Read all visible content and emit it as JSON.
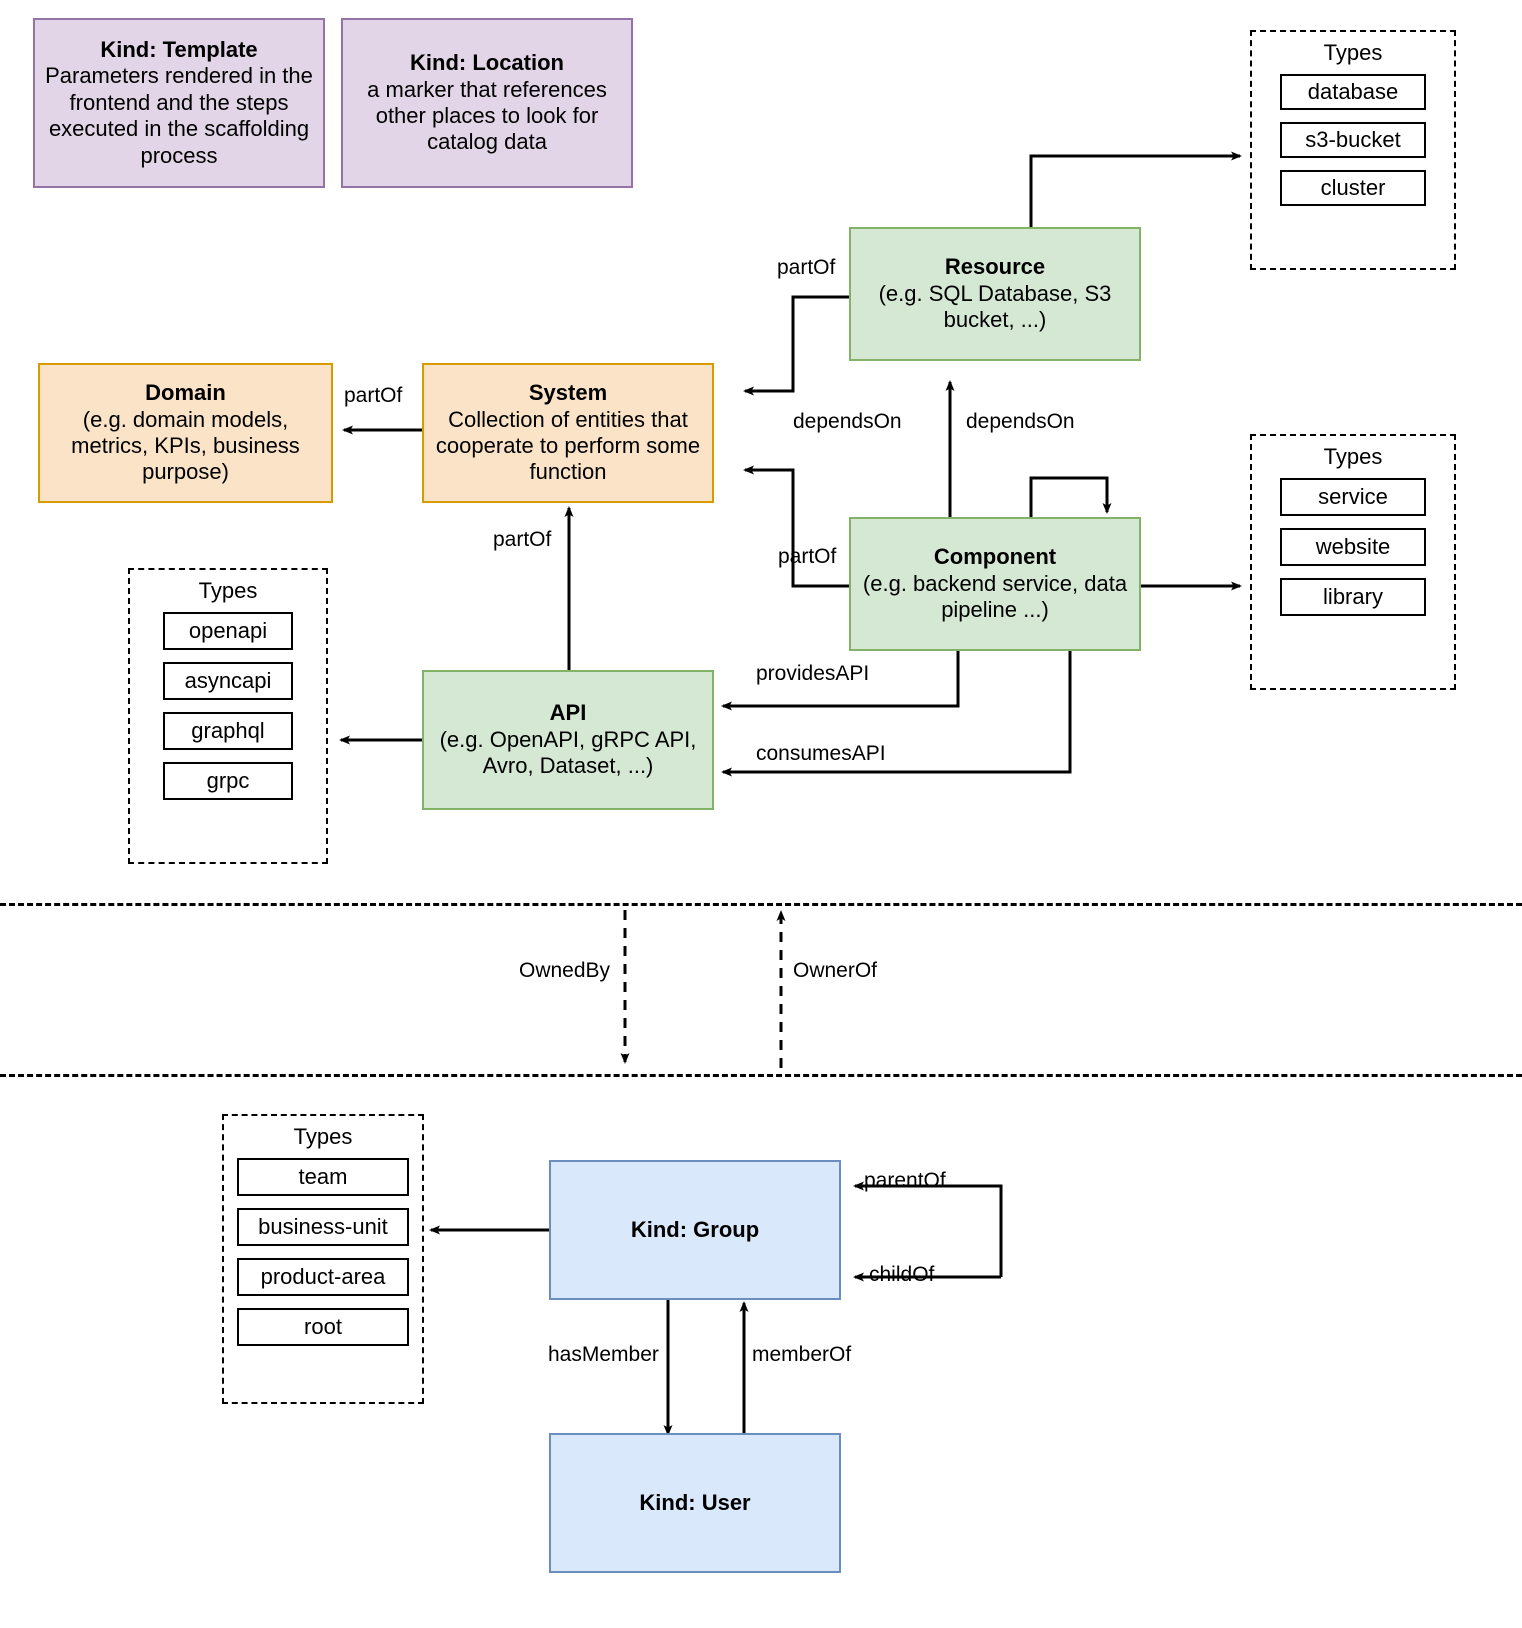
{
  "diagram": {
    "title": "Backstage catalog entity kinds and relations",
    "colors": {
      "purple_fill": "#e1d5e7",
      "purple_border": "#9673a6",
      "orange_fill": "#fae3c7",
      "orange_border": "#d79b00",
      "green_fill": "#d5e8d4",
      "green_border": "#82b366",
      "blue_fill": "#dae8fc",
      "blue_border": "#6c8ebf",
      "line": "#000000"
    }
  },
  "nodes": {
    "template": {
      "title": "Kind: Template",
      "desc": "Parameters rendered in the frontend and the steps executed in  the scaffolding process"
    },
    "location": {
      "title": "Kind: Location",
      "desc": "a marker that references other places to look for catalog data"
    },
    "domain": {
      "title": "Domain",
      "desc": "(e.g.  domain models, metrics, KPIs, business purpose)"
    },
    "system": {
      "title": "System",
      "desc": "Collection of entities that cooperate to perform some function"
    },
    "resource": {
      "title": "Resource",
      "desc": "(e.g. SQL Database, S3 bucket, ...)"
    },
    "component": {
      "title": "Component",
      "desc": "(e.g. backend service, data pipeline ...)"
    },
    "api": {
      "title": "API",
      "desc": "(e.g. OpenAPI, gRPC API, Avro, Dataset, ...)"
    },
    "group": {
      "title": "Kind: Group",
      "desc": ""
    },
    "user": {
      "title": "Kind: User",
      "desc": ""
    }
  },
  "type_groups": {
    "resource_types": {
      "label": "Types",
      "items": [
        "database",
        "s3-bucket",
        "cluster"
      ]
    },
    "component_types": {
      "label": "Types",
      "items": [
        "service",
        "website",
        "library"
      ]
    },
    "api_types": {
      "label": "Types",
      "items": [
        "openapi",
        "asyncapi",
        "graphql",
        "grpc"
      ]
    },
    "group_types": {
      "label": "Types",
      "items": [
        "team",
        "business-unit",
        "product-area",
        "root"
      ]
    }
  },
  "edge_labels": {
    "system_partof_domain": "partOf",
    "resource_partof_system": "partOf",
    "resource_dependson": "dependsOn",
    "component_dependson_self": "dependsOn",
    "component_partof_system": "partOf",
    "api_partof_system": "partOf",
    "provides_api": "providesAPI",
    "consumes_api": "consumesAPI",
    "owned_by": "OwnedBy",
    "owner_of": "OwnerOf",
    "parent_of": "parentOf",
    "child_of": "childOf",
    "has_member": "hasMember",
    "member_of": "memberOf"
  }
}
